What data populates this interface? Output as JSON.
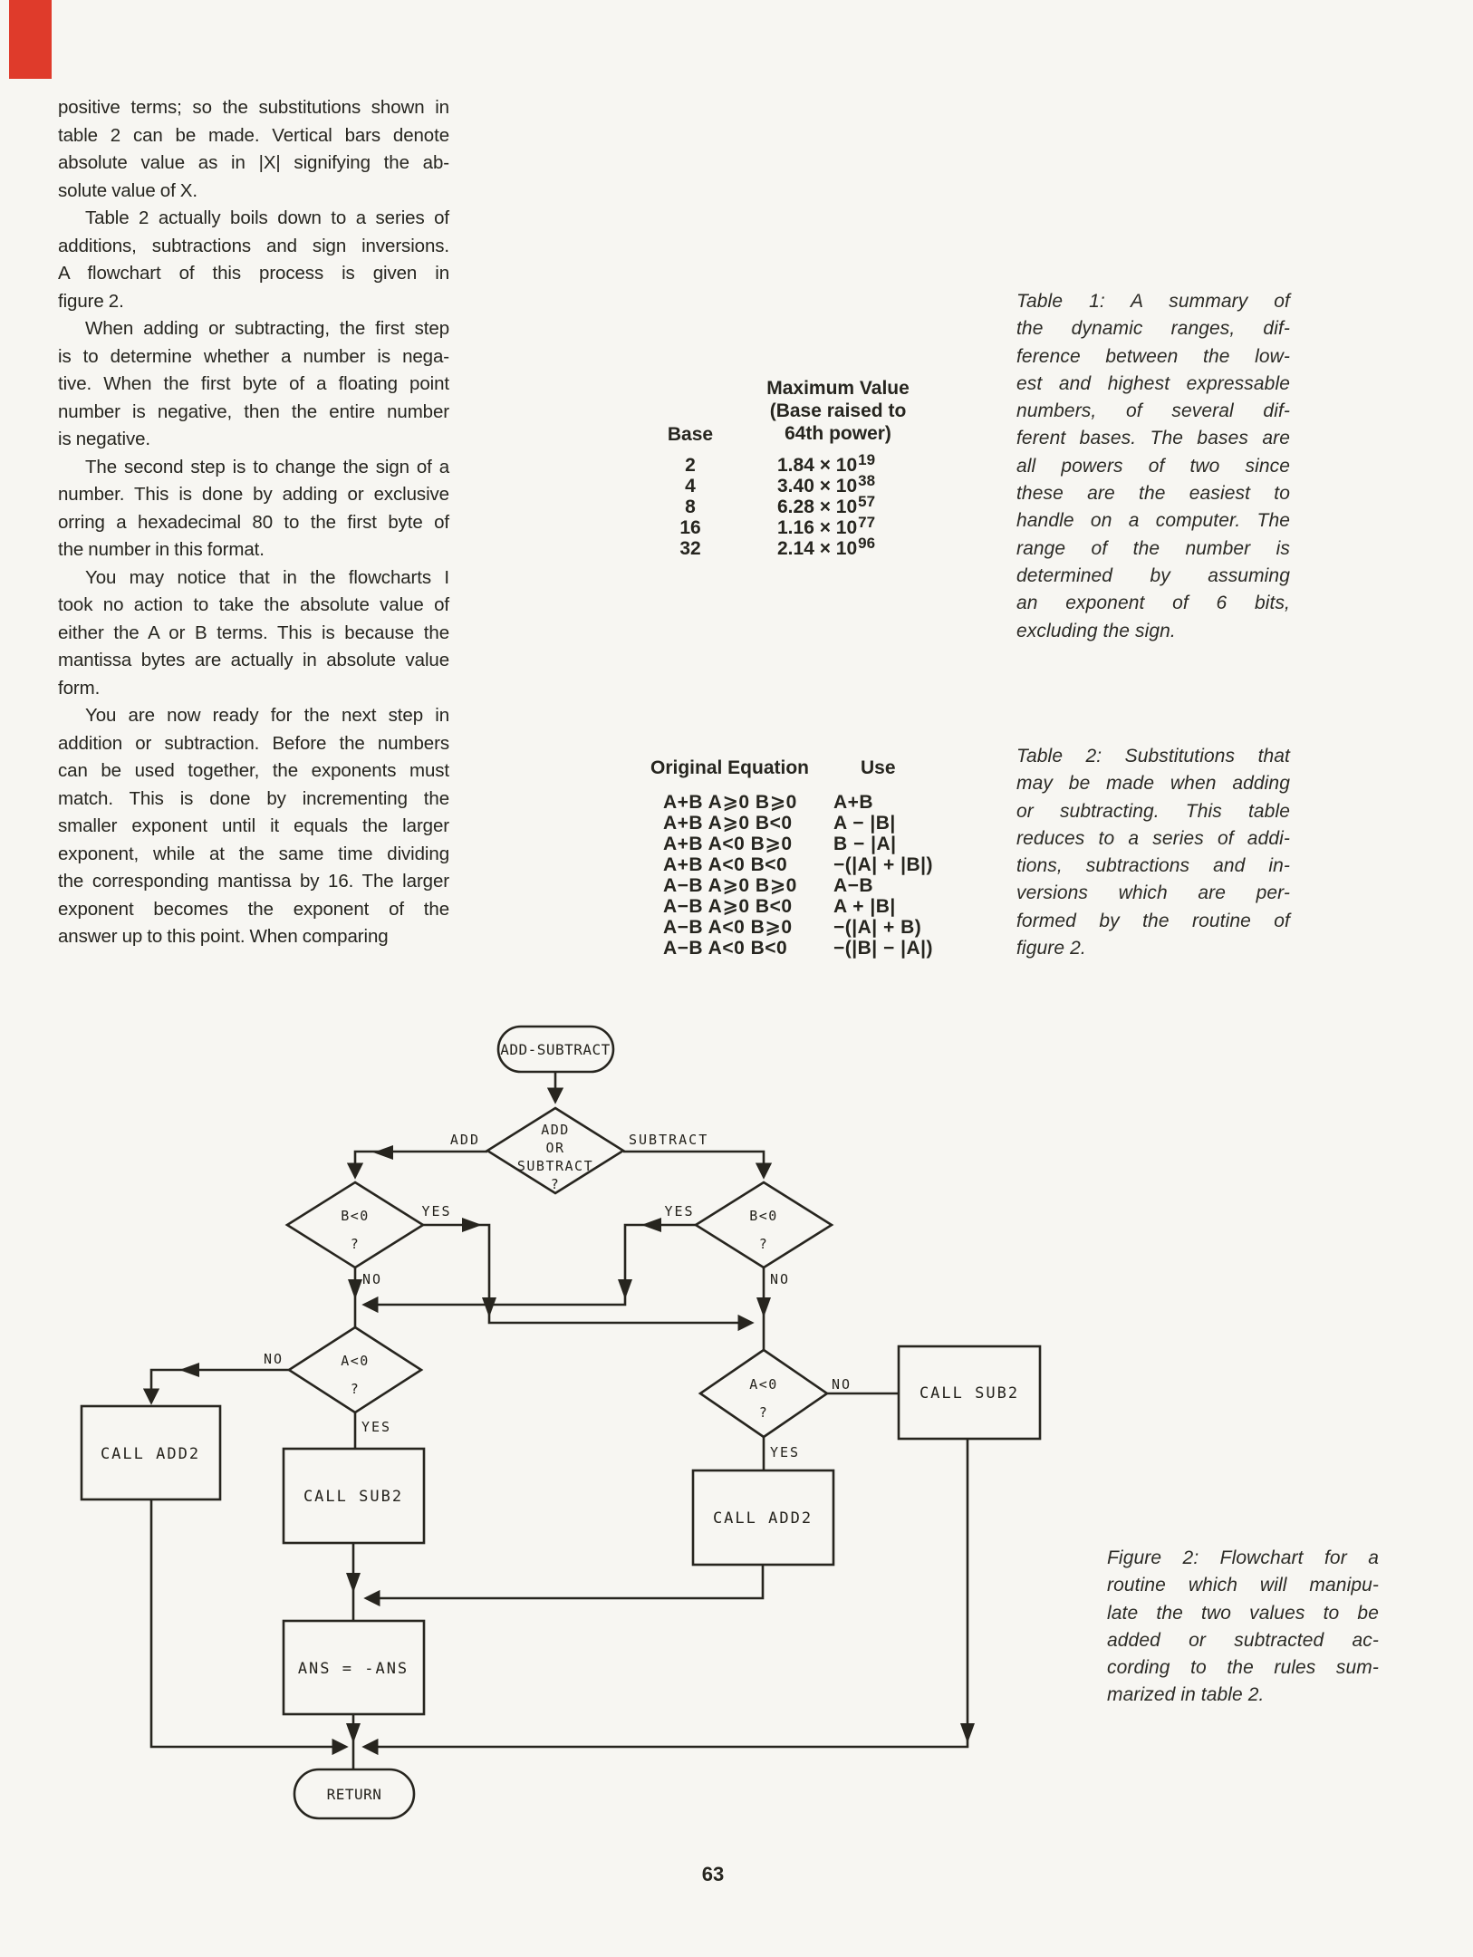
{
  "page": {
    "number": "63",
    "paper_color": "#f7f6f2",
    "ink_color": "#26251f",
    "corner_mark_color": "#df3b2b"
  },
  "body": {
    "lines": [
      {
        "t": "positive terms; so the substitutions shown in",
        "cls": ""
      },
      {
        "t": "table 2 can be made. Vertical bars denote",
        "cls": ""
      },
      {
        "t": "absolute value as in |X| signifying the ab-",
        "cls": ""
      },
      {
        "t": "solute value of X.",
        "cls": "plast"
      },
      {
        "t": "Table 2 actually boils down to a series of",
        "cls": "first"
      },
      {
        "t": "additions, subtractions and sign inversions.",
        "cls": ""
      },
      {
        "t": "A flowchart of this process is given in",
        "cls": ""
      },
      {
        "t": "figure 2.",
        "cls": "plast"
      },
      {
        "t": "When adding or subtracting, the first step",
        "cls": "first"
      },
      {
        "t": "is to determine whether a number is nega-",
        "cls": ""
      },
      {
        "t": "tive. When the first byte of a floating point",
        "cls": ""
      },
      {
        "t": "number is negative, then the entire number",
        "cls": ""
      },
      {
        "t": "is negative.",
        "cls": "plast"
      },
      {
        "t": "The second step is to change the sign of a",
        "cls": "first"
      },
      {
        "t": "number. This is done by adding or exclusive",
        "cls": ""
      },
      {
        "t": "orring a hexadecimal 80 to the first byte of",
        "cls": ""
      },
      {
        "t": "the number in this format.",
        "cls": "plast"
      },
      {
        "t": "You may notice that in the flowcharts I",
        "cls": "first"
      },
      {
        "t": "took no action to take the absolute value of",
        "cls": ""
      },
      {
        "t": "either the A or B terms. This is because the",
        "cls": ""
      },
      {
        "t": "mantissa bytes are actually in absolute value",
        "cls": ""
      },
      {
        "t": "form.",
        "cls": "plast"
      },
      {
        "t": "You are now ready for the next step in",
        "cls": "first"
      },
      {
        "t": "addition or subtraction. Before the numbers",
        "cls": ""
      },
      {
        "t": "can be used together, the exponents must",
        "cls": ""
      },
      {
        "t": "match. This is done by incrementing the",
        "cls": ""
      },
      {
        "t": "smaller exponent until it equals the larger",
        "cls": ""
      },
      {
        "t": "exponent, while at the same time dividing",
        "cls": ""
      },
      {
        "t": "the corresponding mantissa by 16. The larger",
        "cls": ""
      },
      {
        "t": "exponent becomes the exponent of the",
        "cls": ""
      },
      {
        "t": "answer up to this point. When comparing",
        "cls": "plast"
      }
    ]
  },
  "table1": {
    "header_base": "Base",
    "header2": [
      "Maximum Value",
      "(Base raised to",
      "64th power)"
    ],
    "rows": [
      {
        "base": "2",
        "value": "1.84 × 10",
        "exp": "19"
      },
      {
        "base": "4",
        "value": "3.40 × 10",
        "exp": "38"
      },
      {
        "base": "8",
        "value": "6.28 × 10",
        "exp": "57"
      },
      {
        "base": "16",
        "value": "1.16 × 10",
        "exp": "77"
      },
      {
        "base": "32",
        "value": "2.14 × 10",
        "exp": "96"
      }
    ]
  },
  "table1_caption": {
    "lines": [
      "Table 1: A summary of",
      "the dynamic ranges, dif-",
      "ference between the low-",
      "est and highest expressable",
      "numbers, of several dif-",
      "ferent bases. The bases are",
      "all powers of two since",
      "these are the easiest to",
      "handle on a computer. The",
      "range of the number is",
      "determined by assuming",
      "an exponent of 6 bits,",
      "excluding the sign."
    ]
  },
  "table2": {
    "col1_header": "Original Equation",
    "col2_header": "Use",
    "rows": [
      {
        "eq": "A+B A⩾0 B⩾0",
        "use": "A+B"
      },
      {
        "eq": "A+B A⩾0 B<0",
        "use": "A − |B|"
      },
      {
        "eq": "A+B A<0 B⩾0",
        "use": "B − |A|"
      },
      {
        "eq": "A+B A<0 B<0",
        "use": "−(|A| + |B|)"
      },
      {
        "eq": "A−B A⩾0 B⩾0",
        "use": "A−B"
      },
      {
        "eq": "A−B A⩾0 B<0",
        "use": "A + |B|"
      },
      {
        "eq": "A−B A<0 B⩾0",
        "use": "−(|A| + B)"
      },
      {
        "eq": "A−B A<0 B<0",
        "use": "−(|B| − |A|)"
      }
    ]
  },
  "table2_caption": {
    "lines": [
      "Table 2: Substitutions that",
      "may be made when adding",
      "or subtracting. This table",
      "reduces to a series of addi-",
      "tions, subtractions and in-",
      "versions which are per-",
      "formed by the routine of",
      "figure 2."
    ]
  },
  "figure2_caption": {
    "lines": [
      "Figure 2: Flowchart for a",
      "routine which will manipu-",
      "late the two values to be",
      "added or subtracted ac-",
      "cording to the rules sum-",
      "marized in table 2."
    ]
  },
  "flowchart": {
    "start": "ADD-SUBTRACT",
    "decision": [
      "ADD",
      "OR",
      "SUBTRACT",
      "?"
    ],
    "add": "ADD",
    "subtract": "SUBTRACT",
    "yes": "YES",
    "no": "NO",
    "b_test": "B<0",
    "a_test": "A<0",
    "q": "?",
    "call_add2": "CALL ADD2",
    "call_sub2": "CALL SUB2",
    "ans": "ANS = -ANS",
    "end": "RETURN"
  }
}
